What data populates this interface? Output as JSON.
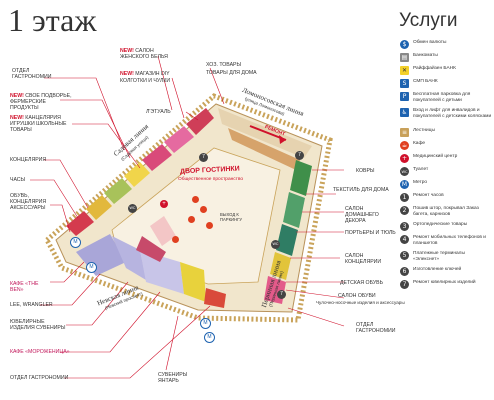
{
  "floor_title": "1 этаж",
  "services_title": "Услуги",
  "map": {
    "courtyard_title": "ДВОР ГОСТИНКИ",
    "courtyard_subtitle": "Общественное пространство",
    "street_sadovaya": "Садовая линия",
    "street_sadovaya_sub": "(Садовая улица)",
    "street_lomonosov": "Ломоносовская линия",
    "street_lomonosov_sub": "(улица Ломоносова)",
    "street_nevskaya": "Невская линия",
    "street_nevskaya_sub": "(Невский проспект)",
    "street_perinnaya": "Перинная линия",
    "street_perinnaya_sub": "(Перинная линия)",
    "remont": "РЕМОНТ",
    "exit_label": "Выход к паркингу",
    "metro_glyph": "M",
    "wc_glyph": "WC",
    "num_seven": "7"
  },
  "left_labels": [
    {
      "prefix": "",
      "text": "ОТДЕЛ ГАСТРОНОМИИ"
    },
    {
      "prefix": "NEW!",
      "text": "СВОЕ ПОДВОРЬЕ, ФЕРМЕРСКИЕ ПРОДУКТЫ"
    },
    {
      "prefix": "NEW!",
      "text": "КАНЦЕЛЯРИЯ ИГРУШКИ ШКОЛЬНЫЕ ТОВАРЫ"
    },
    {
      "prefix": "",
      "text": "КОНЦЕЛЯРИЯ"
    },
    {
      "prefix": "",
      "text": "ЧАСЫ"
    },
    {
      "prefix": "",
      "text": "ОБУВЬ, КОНЦЕЛЯРИЯ АКСЕССУАРЫ"
    },
    {
      "prefix": "",
      "text": "КАФЕ «THE BEN»"
    },
    {
      "prefix": "",
      "text": "LEE, WRANGLER"
    },
    {
      "prefix": "",
      "text": "ЮВЕЛИРНЫЕ ИЗДЕЛИЯ СУВЕНИРЫ"
    },
    {
      "prefix": "",
      "text": "КАФЕ «МОРОЖЕНИЦА»"
    },
    {
      "prefix": "",
      "text": "ОТДЕЛ ГАСТРОНОМИИ"
    }
  ],
  "top_labels": [
    {
      "prefix": "NEW!",
      "text": "САЛОН ЖЕНСКОГО БЕЛЬЯ"
    },
    {
      "prefix": "NEW!",
      "text": "МАГАЗИН DIY"
    },
    {
      "prefix": "",
      "text": "КОЛГОТКИ И ЧУЛКИ"
    },
    {
      "prefix": "",
      "text": "Л'ЭТУАЛЬ"
    },
    {
      "prefix": "",
      "text": "ХОЗ. ТОВАРЫ"
    },
    {
      "prefix": "",
      "text": "ТОВАРЫ ДЛЯ ДОМА"
    }
  ],
  "right_labels": [
    {
      "text": "КОВРЫ"
    },
    {
      "text": "ТЕКСТИЛЬ ДЛЯ ДОМА"
    },
    {
      "text": "САЛОН ДОМАШНЕГО ДЕКОРА"
    },
    {
      "text": "ПОРТЬЕРЫ И ТЮЛЬ"
    },
    {
      "text": "САЛОН КОНЦЕЛЯРИИ"
    },
    {
      "text": "ДЕТСКАЯ ОБУВЬ"
    },
    {
      "text": "САЛОН ОБУВИ"
    },
    {
      "text": "Чулочно-носочные изделия и аксессуары"
    },
    {
      "text": "ОТДЕЛ ГАСТРОНОМИИ"
    },
    {
      "text": "СУВЕНИРЫ ЯНТАРЬ"
    }
  ],
  "legend": [
    {
      "icon": "currency-exchange-icon",
      "glyph": "$",
      "color": "#1e63b0",
      "shape": "circ",
      "text": "Обмен валюты"
    },
    {
      "icon": "atm-icon",
      "glyph": "▤",
      "color": "#888888",
      "shape": "sq",
      "text": "Банкоматы"
    },
    {
      "icon": "raiffeisen-icon",
      "glyph": "✕",
      "color": "#f3d02a",
      "shape": "sq",
      "text": "Райффайзен БАНК"
    },
    {
      "icon": "smp-bank-icon",
      "glyph": "S",
      "color": "#1e63b0",
      "shape": "sq",
      "text": "СМП БАНК"
    },
    {
      "icon": "parking-icon",
      "glyph": "P",
      "color": "#1e63b0",
      "shape": "sq",
      "text": "Бесплатная парковка для покупателей с детьми"
    },
    {
      "icon": "elevator-icon",
      "glyph": "♿",
      "color": "#1e63b0",
      "shape": "sq",
      "text": "Вход и лифт для инвалидов и покупателей с детскими колясками"
    },
    {
      "icon": "stairs-icon",
      "glyph": "≡",
      "color": "#c8a05a",
      "shape": "sq",
      "text": "Лестницы"
    },
    {
      "icon": "cafe-icon",
      "glyph": "☕",
      "color": "#e04020",
      "shape": "circ",
      "text": "Кафе"
    },
    {
      "icon": "medical-icon",
      "glyph": "+",
      "color": "#d0112b",
      "shape": "circ",
      "text": "Медицинский центр"
    },
    {
      "icon": "wc-icon",
      "glyph": "WC",
      "color": "#444444",
      "shape": "circ",
      "text": "Туалет"
    },
    {
      "icon": "metro-icon",
      "glyph": "M",
      "color": "#1e63b0",
      "shape": "circ",
      "text": "Метро"
    },
    {
      "icon": "service-1-icon",
      "glyph": "1",
      "color": "#444444",
      "shape": "circ",
      "text": "Ремонт часов"
    },
    {
      "icon": "service-2-icon",
      "glyph": "2",
      "color": "#444444",
      "shape": "circ",
      "text": "Пошив штор, покрывал Заказ багета, карнизов"
    },
    {
      "icon": "service-3-icon",
      "glyph": "3",
      "color": "#444444",
      "shape": "circ",
      "text": "Ортопедические товары"
    },
    {
      "icon": "service-4-icon",
      "glyph": "4",
      "color": "#444444",
      "shape": "circ",
      "text": "Ремонт мобильных телефонов и планшетов"
    },
    {
      "icon": "service-5-icon",
      "glyph": "5",
      "color": "#444444",
      "shape": "circ",
      "text": "Платежные терминалы «Элекснет»"
    },
    {
      "icon": "service-6-icon",
      "glyph": "6",
      "color": "#444444",
      "shape": "circ",
      "text": "Изготовление ключей"
    },
    {
      "icon": "service-7-icon",
      "glyph": "7",
      "color": "#444444",
      "shape": "circ",
      "text": "Ремонт ювелирных изделий"
    }
  ]
}
